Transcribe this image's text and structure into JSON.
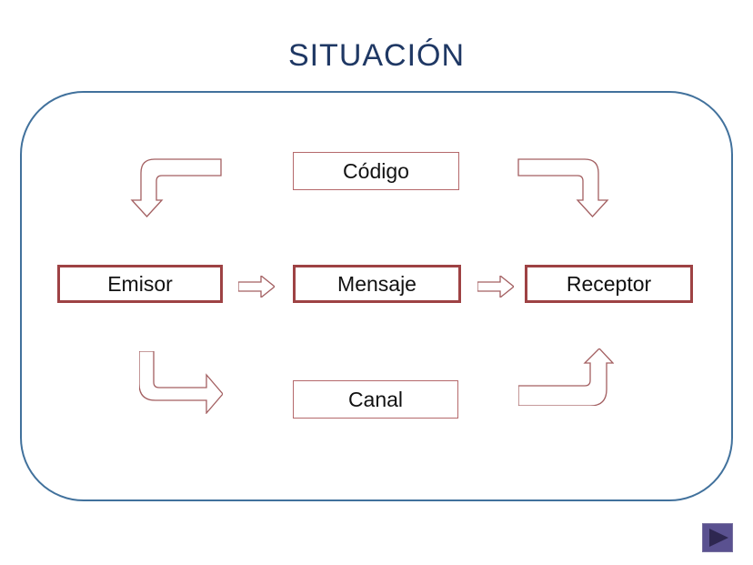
{
  "title": "SITUACIÓN",
  "boxes": {
    "codigo": {
      "label": "Código"
    },
    "emisor": {
      "label": "Emisor"
    },
    "mensaje": {
      "label": "Mensaje"
    },
    "receptor": {
      "label": "Receptor"
    },
    "canal": {
      "label": "Canal"
    }
  },
  "arrows": {
    "codigo_to_emisor": "bent-arrow-down-left",
    "codigo_to_receptor": "bent-arrow-down-right",
    "emisor_to_canal": "bent-arrow-right",
    "canal_to_receptor": "bent-arrow-up",
    "emisor_to_mensaje": "right-arrow",
    "mensaje_to_receptor": "right-arrow"
  },
  "controls": {
    "next_button_icon": "play-triangle"
  },
  "colors": {
    "title_text": "#1F3864",
    "container_border": "#41719C",
    "strong_box_border": "#9E4244",
    "light_box_border": "#B5696B",
    "arrow_outline": "#A35F61",
    "box_text": "#111111",
    "play_button_fill": "#5A5190",
    "play_button_triangle": "#2E2750",
    "background": "#FFFFFF"
  }
}
